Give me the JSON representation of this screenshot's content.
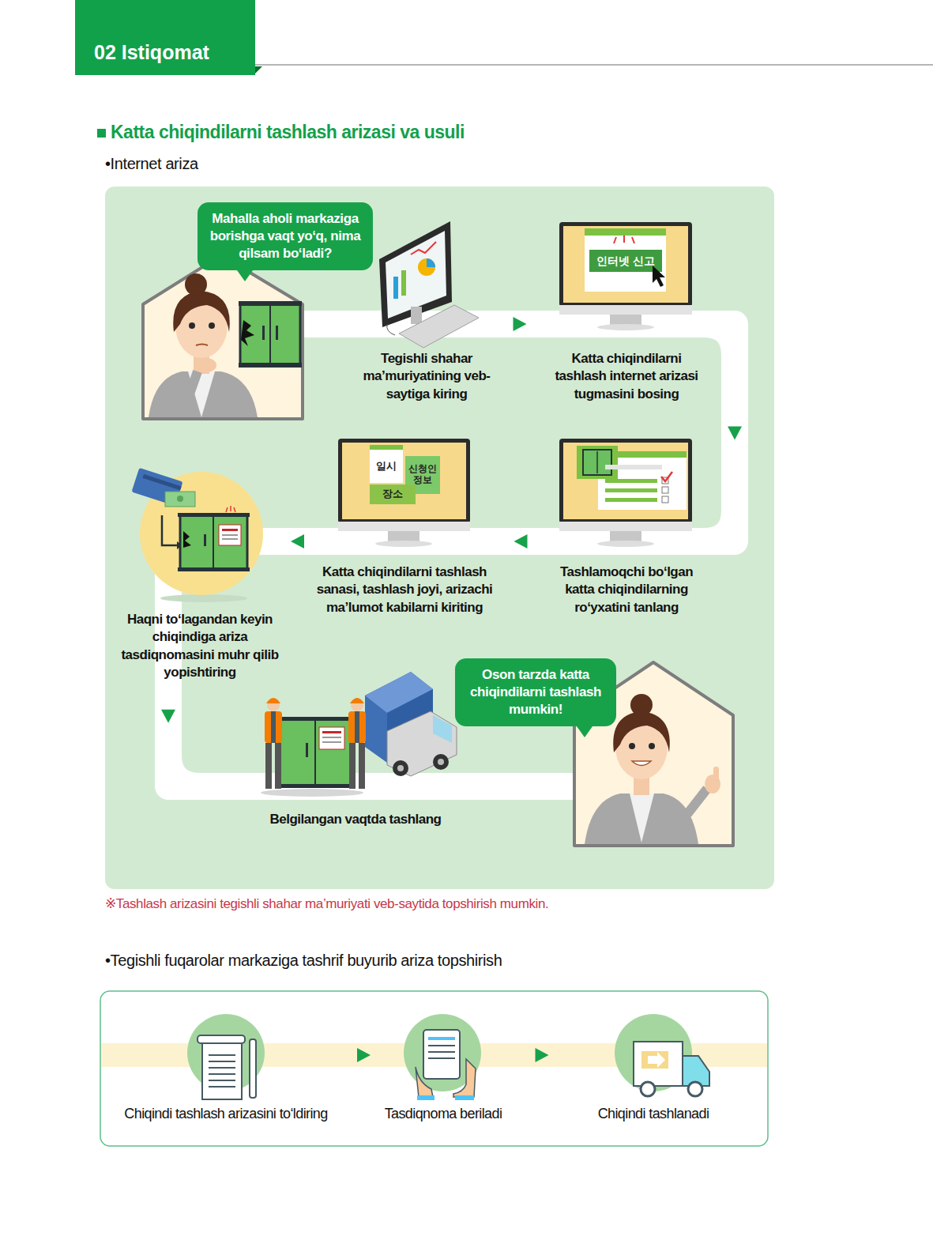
{
  "diagram": {
    "title": "Katta chiqindilarni tashlash arizasi va usuli",
    "nodes": [
      {
        "text": [
          "02 Istiqomat"
        ]
      },
      {
        "text": [
          "Mahalla aholi markaziga borishga vaqt yo‘q, nima qilsam bo‘ladi?"
        ]
      },
      {
        "text": [
          "Tegishli shahar ma’muriyatining veb-saytiga kiring"
        ]
      },
      {
        "text": [
          "Katta chiqindilarni tashlash internet arizasi tugmasini bosing"
        ]
      },
      {
        "text": [
          "Tashlamoqchi bo‘lgan katta chiqindilarning ro‘yxatini tanlang"
        ]
      },
      {
        "text": [
          "Katta chiqindilarni tashlash sanasi, tashlash joyi, arizachi ma’lumot kabilarni kiriting"
        ]
      },
      {
        "text": [
          "Haqni to‘lagandan keyin chiqindiga ariza tasdiqnomasini muhr qilib yopishtiring"
        ]
      },
      {
        "text": [
          "Belgilangan vaqtda tashlang"
        ]
      },
      {
        "text": [
          "Oson tarzda katta chiqindilarni tashlash mumkin!"
        ]
      },
      {
        "text": [
          "Chiqindi tashlash arizasini to‘ldiring"
        ]
      },
      {
        "text": [
          "Tasdiqnoma beriladi"
        ]
      },
      {
        "text": [
          "Chiqindi tashlanadi"
        ]
      }
    ],
    "edges": [
      {
        "from": 2,
        "to": 3,
        "arrow": "to"
      },
      {
        "from": 3,
        "to": 4,
        "arrow": "to"
      },
      {
        "from": 4,
        "to": 5,
        "arrow": "to"
      },
      {
        "from": 5,
        "to": 6,
        "arrow": "to"
      },
      {
        "from": 6,
        "to": 7,
        "arrow": "to"
      },
      {
        "from": 9,
        "to": 10,
        "arrow": "to"
      },
      {
        "from": 10,
        "to": 11,
        "arrow": "to"
      }
    ],
    "labels": [
      "•Internet ariza",
      "인터넷 신고",
      "일시",
      "신청인 정보",
      "장소",
      "※Tashlash arizasini tegishli shahar ma’muriyati veb-saytida topshirish mumkin.",
      "•Tegishli fuqarolar markaziga tashrif buyurib ariza topshirish"
    ]
  }
}
